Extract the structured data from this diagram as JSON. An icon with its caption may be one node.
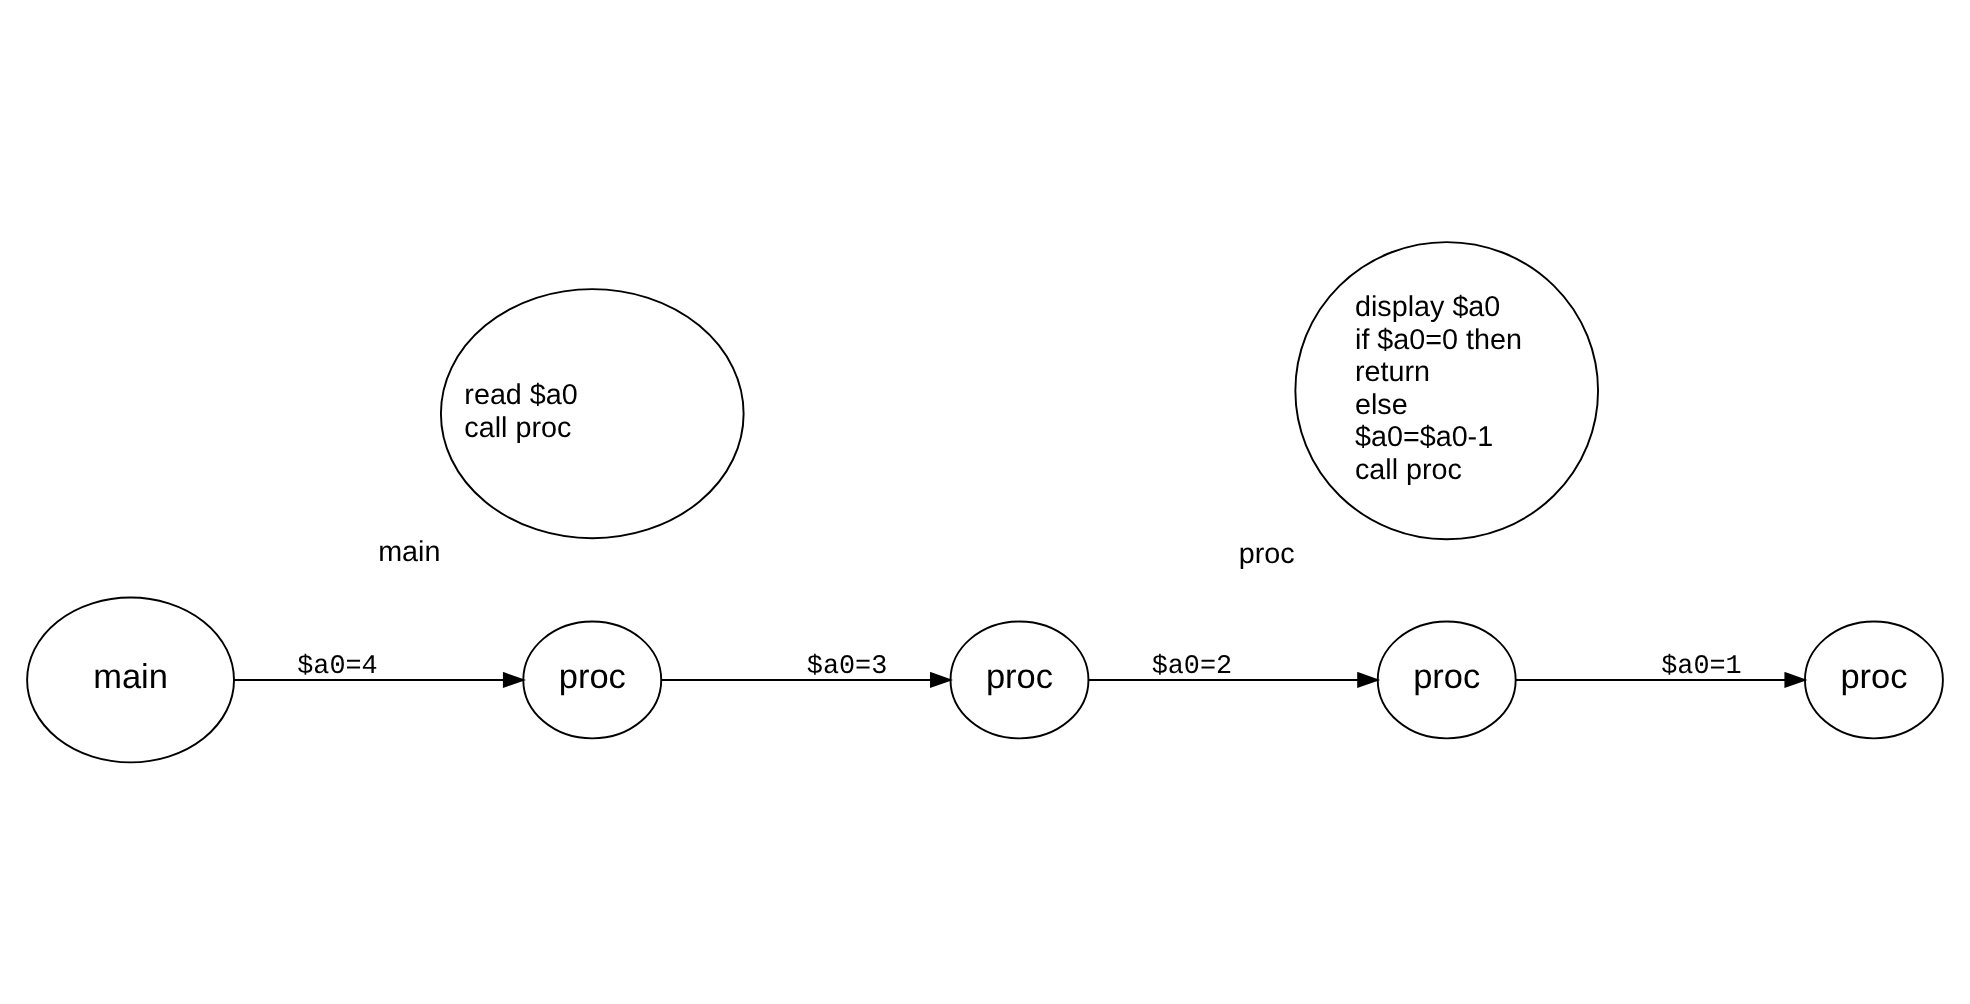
{
  "diagram": {
    "nodes": [
      {
        "text": [
          "main"
        ]
      },
      {
        "text": [
          "proc"
        ]
      },
      {
        "text": [
          "proc"
        ]
      },
      {
        "text": [
          "proc"
        ]
      },
      {
        "text": [
          "proc"
        ]
      },
      {
        "text": [
          "main",
          "read $a0",
          "call proc"
        ]
      },
      {
        "text": [
          "proc",
          "display $a0",
          "if $a0=0 then",
          "return",
          "else",
          "$a0=$a0-1",
          "call proc"
        ]
      }
    ],
    "edges": [
      {
        "from": 0,
        "to": 1,
        "arrow": "to",
        "label": "$a0=4"
      },
      {
        "from": 1,
        "to": 2,
        "arrow": "to",
        "label": "$a0=3"
      },
      {
        "from": 2,
        "to": 3,
        "arrow": "to",
        "label": "$a0=2"
      },
      {
        "from": 3,
        "to": 4,
        "arrow": "to",
        "label": "$a0=1"
      }
    ]
  }
}
